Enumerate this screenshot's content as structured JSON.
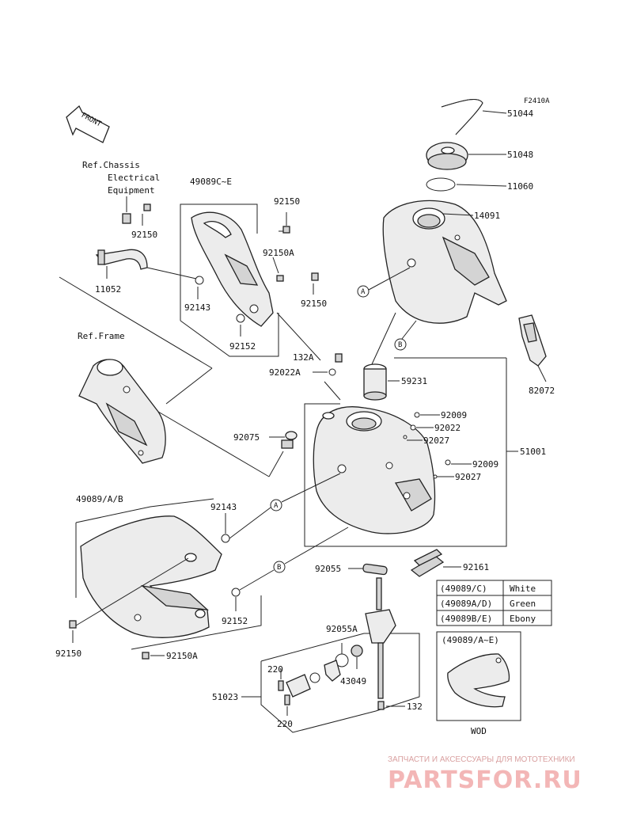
{
  "figure_code": "F2410A",
  "front_label": "FRONT",
  "refs": {
    "chassis": [
      "Ref.Chassis",
      "Electrical",
      "Equipment"
    ],
    "frame": "Ref.Frame"
  },
  "callout_letters": {
    "a": "A",
    "b": "B"
  },
  "parts": {
    "p51044": "51044",
    "p51048": "51048",
    "p11060": "11060",
    "p14091": "14091",
    "p82072": "82072",
    "p59231": "59231",
    "p92009a": "92009",
    "p92022": "92022",
    "p92027a": "92027",
    "p92009b": "92009",
    "p92027b": "92027",
    "p51001": "51001",
    "p132a": "132A",
    "p92022a": "92022A",
    "p92075": "92075",
    "p49089ce": "49089C~E",
    "p92150a": "92150",
    "p92150b": "92150",
    "p92150A1": "92150A",
    "p92150c": "92150",
    "p11052": "11052",
    "p92143a": "92143",
    "p92152a": "92152",
    "p49089ab": "49089/A/B",
    "p92143b": "92143",
    "p92152b": "92152",
    "p92150d": "92150",
    "p92150A2": "92150A",
    "p92055": "92055",
    "p92161": "92161",
    "p92055a": "92055A",
    "p43049": "43049",
    "p220a": "220",
    "p220b": "220",
    "p51023": "51023",
    "p132": "132"
  },
  "color_table": [
    {
      "code": "(49089/C)",
      "color": "White"
    },
    {
      "code": "(49089A/D)",
      "color": "Green"
    },
    {
      "code": "(49089B/E)",
      "color": "Ebony"
    }
  ],
  "inset": {
    "title": "(49089/A~E)",
    "caption": "WOD"
  },
  "watermark": {
    "tagline": "ЗАПЧАСТИ И АКСЕССУАРЫ ДЛЯ МОТОТЕХНИКИ",
    "brand": "PARTSFOR.RU"
  }
}
